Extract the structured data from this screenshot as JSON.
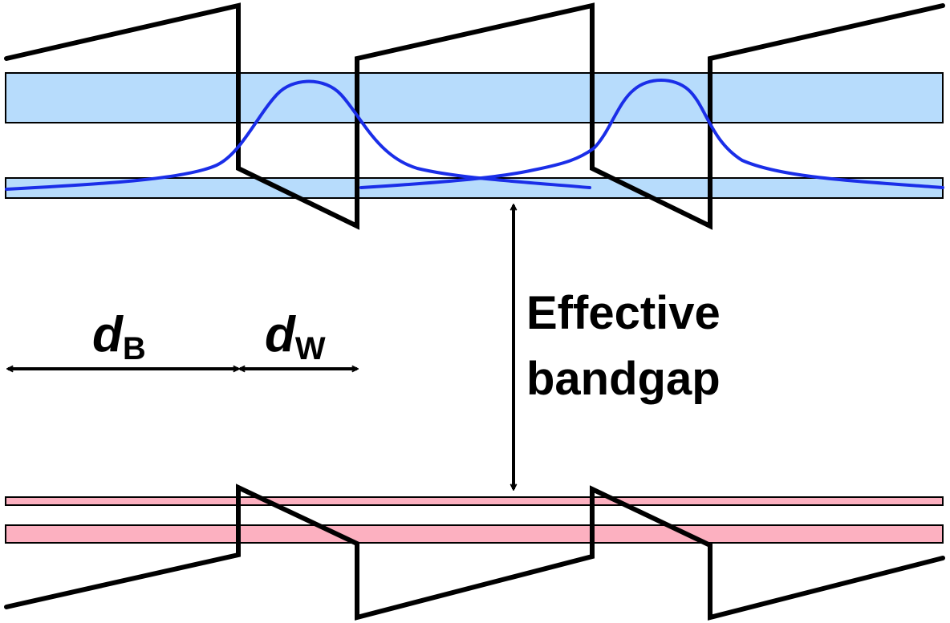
{
  "colors": {
    "conduction_miniband": "#b7dcfc",
    "valence_miniband": "#fcb0c0",
    "band_edge": "#000000",
    "wavefunction": "#1a2ee8"
  },
  "labels": {
    "effective_line1": "Effective",
    "effective_line2": "bandgap",
    "d_barrier_main": "d",
    "d_barrier_sub": "B",
    "d_well_main": "d",
    "d_well_sub": "W"
  },
  "icons": {
    "double_arrow_vertical": "double-headed-arrow",
    "double_arrow_horizontal": "double-headed-arrow"
  }
}
